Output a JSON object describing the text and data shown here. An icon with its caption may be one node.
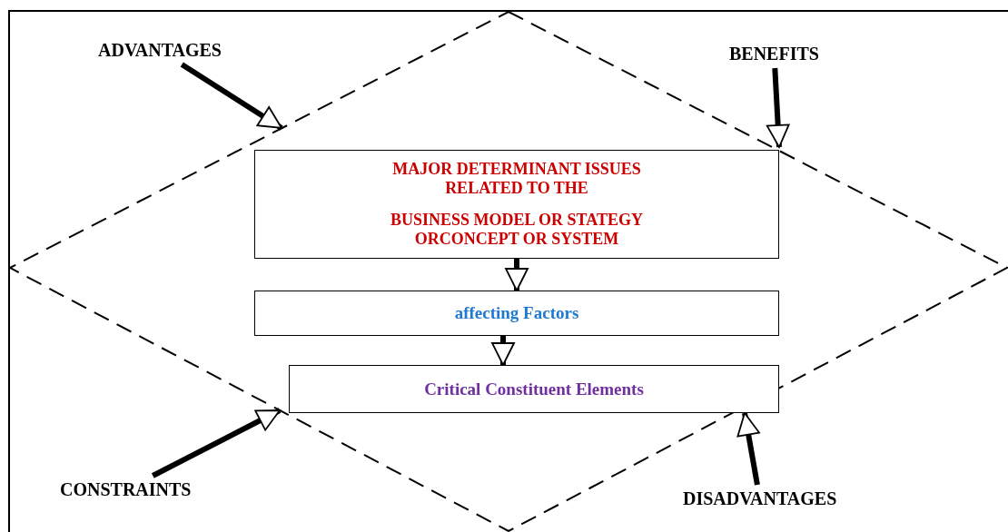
{
  "diagram": {
    "nodes": [
      {
        "text": [
          "ADVANTAGES"
        ]
      },
      {
        "text": [
          "BENEFITS"
        ]
      },
      {
        "text": [],
        "shape": "diamond"
      },
      {
        "text": [
          "MAJOR DETERMINANT ISSUES RELATED TO THE",
          "BUSINESS MODEL OR STATEGY ORCONCEPT OR SYSTEM"
        ],
        "in": 2
      },
      {
        "text": [
          "affecting Factors"
        ],
        "in": 2
      },
      {
        "text": [
          "Critical Constituent Elements"
        ],
        "in": 2
      },
      {
        "text": [
          "CONSTRAINTS"
        ]
      },
      {
        "text": [
          "DISADVANTAGES"
        ]
      }
    ],
    "edges": [
      {
        "from": 0,
        "to": 2,
        "arrow": "to"
      },
      {
        "from": 1,
        "to": 2,
        "arrow": "to"
      },
      {
        "from": 3,
        "to": 4,
        "arrow": "to"
      },
      {
        "from": 4,
        "to": 5,
        "arrow": "to"
      },
      {
        "from": 6,
        "to": 2,
        "arrow": "to"
      },
      {
        "from": 7,
        "to": 2,
        "arrow": "to"
      }
    ]
  }
}
